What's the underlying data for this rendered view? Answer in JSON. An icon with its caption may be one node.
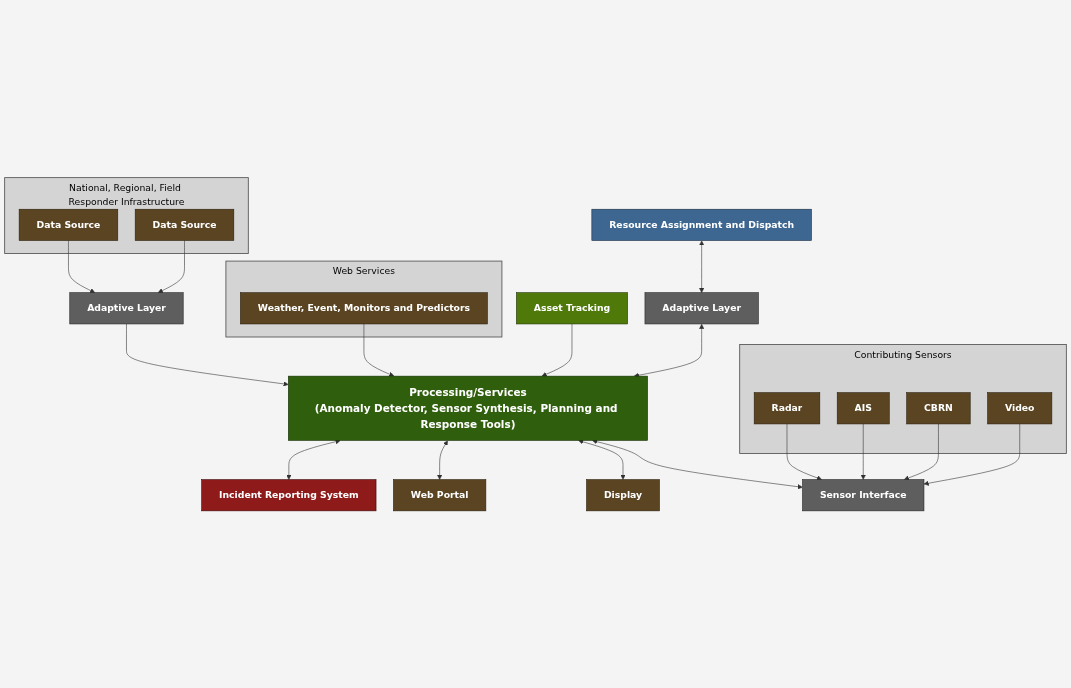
{
  "diagram": {
    "nodes": [
      {
        "text": [
          "National, Regional, Field Responder Infrastructure"
        ]
      },
      {
        "text": [
          "Data Source"
        ],
        "in": 0
      },
      {
        "text": [
          "Data Source"
        ],
        "in": 0
      },
      {
        "text": [
          "Adaptive Layer"
        ]
      },
      {
        "text": [
          "Web Services"
        ]
      },
      {
        "text": [
          "Weather, Event, Monitors and Predictors"
        ],
        "in": 4
      },
      {
        "text": [
          "Asset Tracking"
        ]
      },
      {
        "text": [
          "Resource Assignment and Dispatch"
        ]
      },
      {
        "text": [
          "Adaptive Layer"
        ]
      },
      {
        "text": [
          "Processing/Services",
          "(Anomaly Detector, Sensor Synthesis, Planning and Response Tools)"
        ]
      },
      {
        "text": [
          "Incident Reporting System"
        ]
      },
      {
        "text": [
          "Web Portal"
        ]
      },
      {
        "text": [
          "Display"
        ]
      },
      {
        "text": [
          "Sensor Interface"
        ]
      },
      {
        "text": [
          "Contributing Sensors"
        ]
      },
      {
        "text": [
          "Radar"
        ],
        "in": 14
      },
      {
        "text": [
          "AIS"
        ],
        "in": 14
      },
      {
        "text": [
          "CBRN"
        ],
        "in": 14
      },
      {
        "text": [
          "Video"
        ],
        "in": 14
      }
    ],
    "edges": [
      {
        "from": 1,
        "to": 3,
        "arrow": "to"
      },
      {
        "from": 2,
        "to": 3,
        "arrow": "to"
      },
      {
        "from": 3,
        "to": 9,
        "arrow": "to"
      },
      {
        "from": 5,
        "to": 9,
        "arrow": "to"
      },
      {
        "from": 6,
        "to": 9,
        "arrow": "to"
      },
      {
        "from": 7,
        "to": 8,
        "arrow": "both"
      },
      {
        "from": 8,
        "to": 9,
        "arrow": "both"
      },
      {
        "from": 9,
        "to": 10,
        "arrow": "both"
      },
      {
        "from": 9,
        "to": 11,
        "arrow": "both"
      },
      {
        "from": 9,
        "to": 12,
        "arrow": "both"
      },
      {
        "from": 9,
        "to": 13,
        "arrow": "both"
      },
      {
        "from": 15,
        "to": 13,
        "arrow": "to"
      },
      {
        "from": 16,
        "to": 13,
        "arrow": "to"
      },
      {
        "from": 17,
        "to": 13,
        "arrow": "to"
      },
      {
        "from": 18,
        "to": 13,
        "arrow": "to"
      }
    ]
  }
}
